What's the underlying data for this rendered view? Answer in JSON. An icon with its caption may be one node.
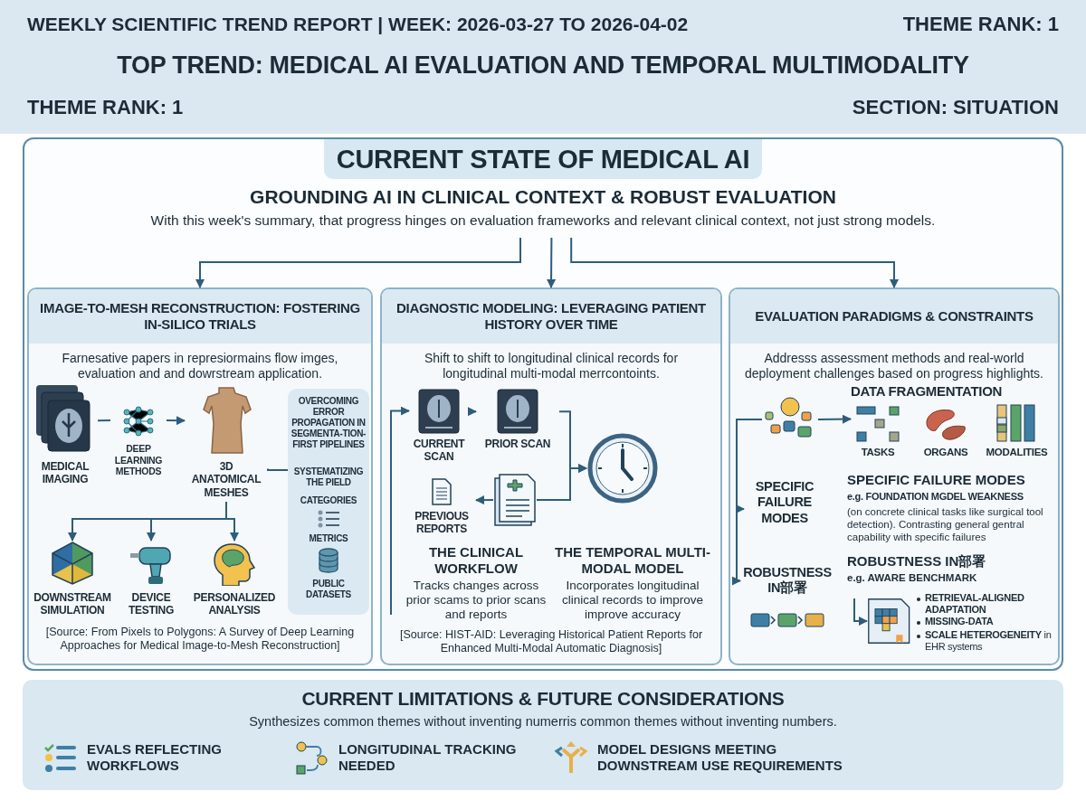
{
  "diagram": {
    "title": "TOP TREND: MEDICAL AI EVALUATION AND TEMPORAL MULTIMODALITY",
    "nodes": [
      {
        "text": [
          "CURRENT STATE OF MEDICAL AI"
        ]
      },
      {
        "text": [
          "GROUNDING AI IN CLINICAL CONTEXT & ROBUST EVALUATION",
          "With this week's summary, that progress hinges on evaluation frameworks and relevant clinical context, not just strong models."
        ],
        "in": 0
      },
      {
        "text": [
          "IMAGE-TO-MESH RECONSTRUCTION: FOSTERING IN-SILICO TRIALS",
          "Farnesative papers in represiormains flow imges, evaluation and and dowrstream application.",
          "[Source: From Pixels to Polygons: A Survey of Deep Learning Approaches for Medical Image-to-Mesh Reconstruction]"
        ],
        "in": 0
      },
      {
        "text": [
          "MEDICAL IMAGING"
        ],
        "in": 2
      },
      {
        "text": [
          "DEEP LEARNING METHODS"
        ],
        "in": 2
      },
      {
        "text": [
          "3D ANATOMICAL MESHES"
        ],
        "in": 2
      },
      {
        "text": [
          "DOWNSTREAM SIMULATION"
        ],
        "in": 2
      },
      {
        "text": [
          "DEVICE TESTING"
        ],
        "in": 2
      },
      {
        "text": [
          "PERSONALIZED ANALYSIS"
        ],
        "in": 2
      },
      {
        "text": [
          "OVERCOMING ERROR PROPAGATION IN SEGMENTA-TION-FIRST PIPELINES",
          "SYSTEMATIZING THE PIELD",
          "CATEGORIES",
          "METRICS",
          "PUBLIC DATASETS"
        ],
        "in": 2
      },
      {
        "text": [
          "DIAGNOSTIC MODELING: LEVERAGING PATIENT HISTORY OVER TIME",
          "Shift to shift to longitudinal clinical records for longitudinal multi-modal merrcontoints.",
          "[Source: HIST-AID: Leveraging Historical Patient Reports for Enhanced Multi-Modal Automatic Diagnosis]"
        ],
        "in": 0
      },
      {
        "text": [
          "CURRENT SCAN"
        ],
        "in": 10
      },
      {
        "text": [
          "PRIOR SCAN"
        ],
        "in": 10
      },
      {
        "text": [],
        "shape": "picture",
        "in": 10
      },
      {
        "text": [],
        "shape": "picture",
        "in": 10
      },
      {
        "text": [
          "PREVIOUS REPORTS"
        ],
        "in": 10
      },
      {
        "text": [
          "EVALUATION PARADIGMS & CONSTRAINTS",
          "Addresss assessment methods and real-world deployment challenges based on progress highlights."
        ],
        "in": 0
      },
      {
        "text": [],
        "shape": "picture",
        "in": 16
      },
      {
        "text": [
          "DATA FRAGMENTATION",
          "TASKS",
          "ORGANS",
          "MODALITIES"
        ],
        "in": 16
      },
      {
        "text": [
          "SPECIFIC FAILURE MODES"
        ],
        "in": 16
      },
      {
        "text": [
          "ROBUSTNESS IN部署"
        ],
        "in": 16
      },
      {
        "text": [],
        "shape": "picture",
        "in": 16
      },
      {
        "text": [
          "CURRENT LIMITATIONS & FUTURE CONSIDERATIONS",
          "Synthesizes common themes without inventing numerris common themes without inventing numbers."
        ]
      }
    ],
    "edges": [
      {
        "from": 1,
        "to": 2,
        "arrow": "to"
      },
      {
        "from": 1,
        "to": 10,
        "arrow": "to"
      },
      {
        "from": 1,
        "to": 16,
        "arrow": "to"
      },
      {
        "from": 3,
        "to": 4,
        "arrow": "none"
      },
      {
        "from": 4,
        "to": 5,
        "arrow": "to"
      },
      {
        "from": 5,
        "to": 6,
        "arrow": "to"
      },
      {
        "from": 5,
        "to": 7,
        "arrow": "to"
      },
      {
        "from": 5,
        "to": 8,
        "arrow": "to"
      },
      {
        "from": 5,
        "to": 9,
        "arrow": "none"
      },
      {
        "from": null,
        "to": 11,
        "arrow": "to"
      },
      {
        "from": 11,
        "to": 12,
        "arrow": "to"
      },
      {
        "from": 12,
        "to": 13,
        "arrow": "to"
      },
      {
        "from": 14,
        "to": 13,
        "arrow": "to"
      },
      {
        "from": 14,
        "to": 15,
        "arrow": "to"
      },
      {
        "from": 17,
        "to": 18,
        "arrow": "to"
      },
      {
        "from": 17,
        "to": 19,
        "arrow": "to"
      },
      {
        "from": 17,
        "to": 20,
        "arrow": "to"
      },
      {
        "from": null,
        "to": 21,
        "arrow": "to"
      }
    ],
    "labels": [
      "WEEKLY SCIENTIFIC TREND REPORT | WEEK: 2026-03-27 TO 2026-04-02",
      "THEME RANK: 1",
      "THEME RANK: 1",
      "SECTION: SITUATION",
      "THE CLINICAL WORKFLOW",
      "Tracks changes across prior scams to prior scans and reports",
      "THE TEMPORAL MULTI-MODAL MODEL",
      "Incorporates longitudinal clinical records to improve improve accuracy",
      "SPECIFIC FAILURE MODES",
      "e.g. FOUNDATION MGDEL WEAKNESS",
      "(on concrete clinical tasks like surgical tool detection). Contrasting general gentral capability with specific failures",
      "ROBUSTNESS IN部署",
      "e.g. AWARE BENCHMARK",
      "RETRIEVAL-ALIGNED ADAPTATION",
      "MISSING-DATA",
      "**SCALE HETEROGENEITY** in EHR systems",
      "EVALS REFLECTING WORKFLOWS",
      "LONGITUDINAL TRACKING NEEDED",
      "MODEL DESIGNS MEETING DOWNSTREAM USE REQUIREMENTS"
    ]
  }
}
